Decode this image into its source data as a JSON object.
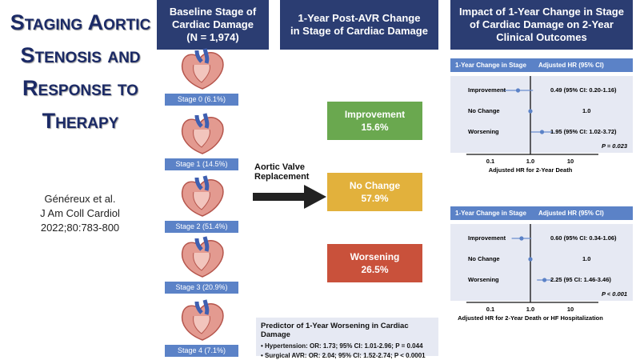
{
  "title": "Staging Aortic Stenosis and Response to Therapy",
  "citation": [
    "Généreux et al.",
    "J Am Coll Cardiol",
    "2022;80:783-800"
  ],
  "columns": {
    "baseline": [
      "Baseline Stage of",
      "Cardiac Damage",
      "(N = 1,974)"
    ],
    "change": [
      "1-Year Post-AVR Change",
      "in Stage of Cardiac Damage"
    ],
    "impact": [
      "Impact of 1-Year Change in Stage",
      "of Cardiac Damage on 2-Year",
      "Clinical Outcomes"
    ]
  },
  "stages": [
    "Stage 0 (6.1%)",
    "Stage 1 (14.5%)",
    "Stage 2 (51.4%)",
    "Stage 3 (20.9%)",
    "Stage 4 (7.1%)"
  ],
  "arrow_label": [
    "Aortic Valve",
    "Replacement"
  ],
  "changes": [
    {
      "label": "Improvement",
      "value": "15.6%",
      "color": "#6aa84f"
    },
    {
      "label": "No Change",
      "value": "57.9%",
      "color": "#e2b13c"
    },
    {
      "label": "Worsening",
      "value": "26.5%",
      "color": "#c9513b"
    }
  ],
  "chart_data": [
    {
      "type": "scatter",
      "header": [
        "1-Year Change in Stage",
        "Adjusted HR (95% CI)"
      ],
      "xlabel": "Adjusted HR for 2-Year Death",
      "xscale": "log",
      "xticks": [
        "0.1",
        "1.0",
        "10"
      ],
      "rows": [
        {
          "label": "Improvement",
          "hr": 0.49,
          "lo": 0.2,
          "hi": 1.16,
          "text": "0.49 (95% CI: 0.20-1.16)"
        },
        {
          "label": "No Change",
          "hr": 1.0,
          "lo": 1.0,
          "hi": 1.0,
          "text": "1.0"
        },
        {
          "label": "Worsening",
          "hr": 1.95,
          "lo": 1.02,
          "hi": 3.72,
          "text": "1.95 (95% CI: 1.02-3.72)"
        }
      ],
      "p": "P = 0.023"
    },
    {
      "type": "scatter",
      "header": [
        "1-Year Change in Stage",
        "Adjusted HR (95% CI)"
      ],
      "xlabel": "Adjusted HR for 2-Year Death or HF Hospitalization",
      "xscale": "log",
      "xticks": [
        "0.1",
        "1.0",
        "10"
      ],
      "rows": [
        {
          "label": "Improvement",
          "hr": 0.6,
          "lo": 0.34,
          "hi": 1.06,
          "text": "0.60 (95% CI: 0.34-1.06)"
        },
        {
          "label": "No Change",
          "hr": 1.0,
          "lo": 1.0,
          "hi": 1.0,
          "text": "1.0"
        },
        {
          "label": "Worsening",
          "hr": 2.25,
          "lo": 1.46,
          "hi": 3.46,
          "text": "2.25 (95 CI: 1.46-3.46)"
        }
      ],
      "p": "P < 0.001"
    }
  ],
  "predictor": {
    "title": "Predictor of 1-Year Worsening in Cardiac Damage",
    "items": [
      "• Hypertension: OR: 1.73; 95% CI: 1.01-2.96; P = 0.044",
      "• Surgical AVR: OR: 2.04; 95% CI: 1.52-2.74; P < 0.0001"
    ]
  }
}
